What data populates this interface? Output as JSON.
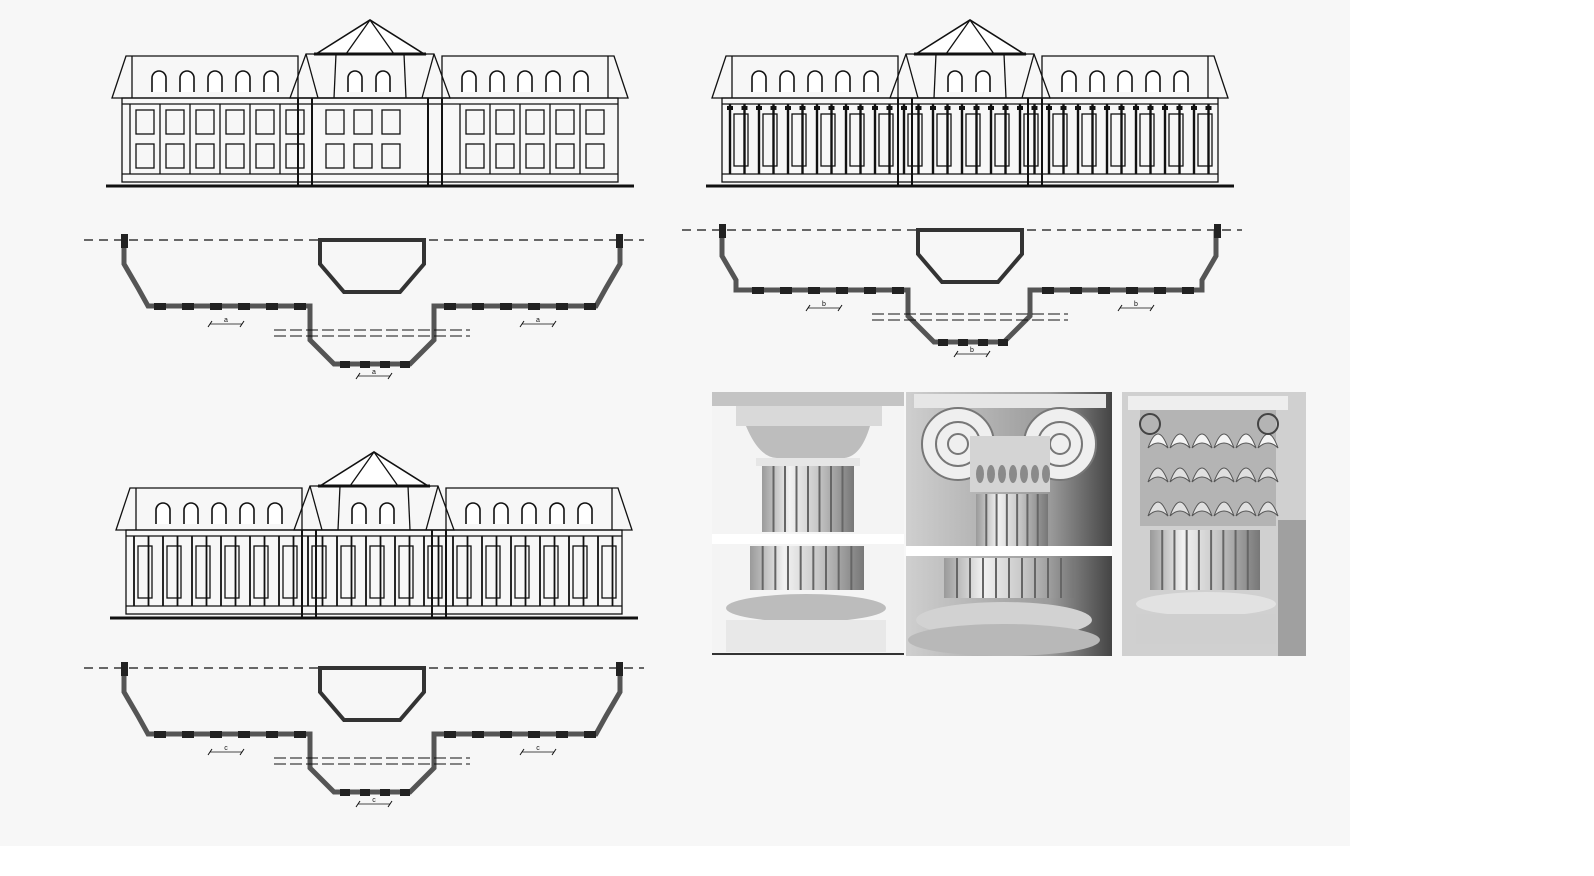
{
  "sheet_background": "#f7f7f7",
  "ink": "#111111",
  "fill_dark": "#555555",
  "labels": {
    "a": "a",
    "b": "b",
    "c": "c"
  },
  "capitals": [
    {
      "order": "Doric"
    },
    {
      "order": "Ionic"
    },
    {
      "order": "Corinthian"
    }
  ]
}
